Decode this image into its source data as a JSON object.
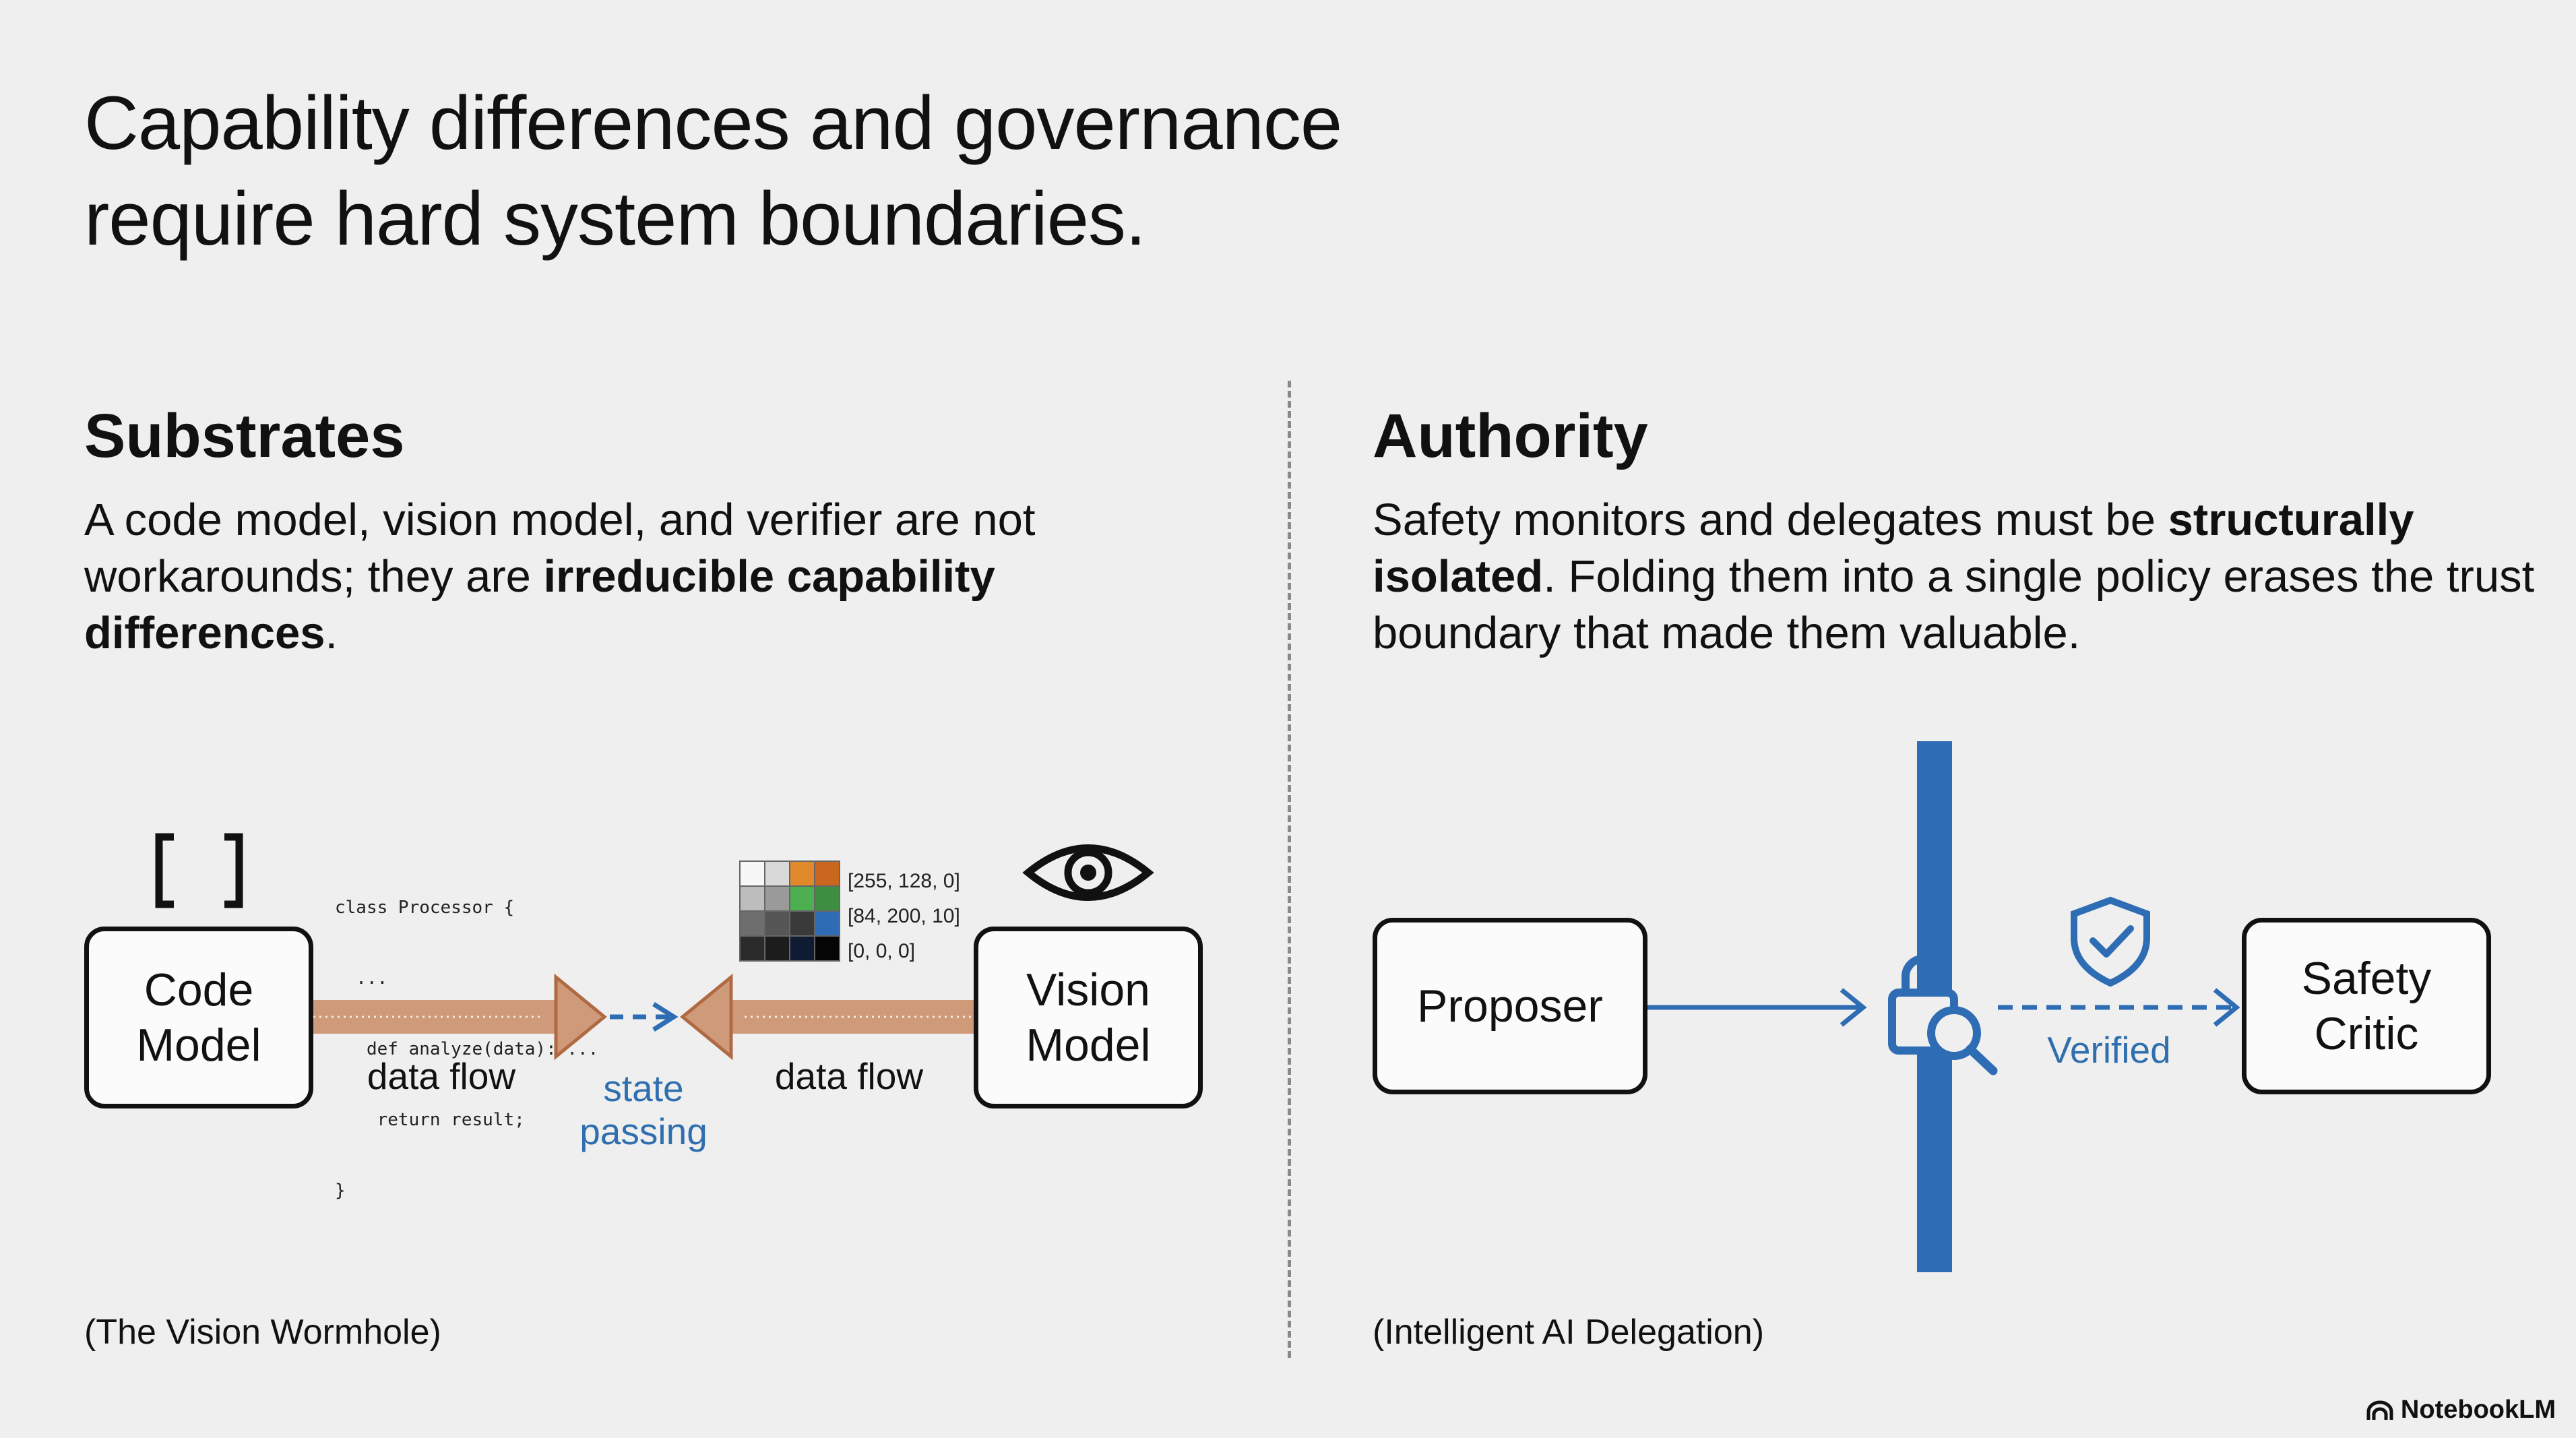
{
  "slide": {
    "title_line1": "Capability differences and governance",
    "title_line2": "require hard system boundaries."
  },
  "left": {
    "heading": "Substrates",
    "body_plain1": "A code model, vision model, and verifier are not workarounds; they are ",
    "body_bold": "irreducible capability differences",
    "body_plain2": ".",
    "code_model_line1": "Code",
    "code_model_line2": "Model",
    "vision_model_line1": "Vision",
    "vision_model_line2": "Model",
    "data_flow_left": "data flow",
    "data_flow_right": "data flow",
    "state_passing_line1": "state",
    "state_passing_line2": "passing",
    "code_snippet": [
      "class Processor {",
      "  ...",
      "   def analyze(data): ...",
      "    return result;",
      "}"
    ],
    "pixel_values": [
      "[255, 128, 0]",
      "[84, 200, 10]",
      "[0, 0, 0]"
    ],
    "caption": "(The Vision Wormhole)"
  },
  "right": {
    "heading": "Authority",
    "body_plain1": "Safety monitors and delegates must be ",
    "body_bold": "structurally isolated",
    "body_plain2": ". Folding them into a single policy erases the trust boundary that made them valuable.",
    "proposer": "Proposer",
    "verified": "Verified",
    "critic_line1": "Safety",
    "critic_line2": "Critic",
    "caption": "(Intelligent AI Delegation)"
  },
  "branding": {
    "logo_text": "NotebookLM"
  },
  "colors": {
    "background": "#efefef",
    "arrow_orange": "#cf9a7a",
    "arrow_orange_dark": "#b06a43",
    "blue": "#2e6db4",
    "blue_text": "#2f6fae"
  },
  "icons": [
    "brackets-icon",
    "eye-icon",
    "pixel-grid-icon",
    "lock-search-icon",
    "shield-check-icon",
    "notebooklm-logo-icon"
  ]
}
